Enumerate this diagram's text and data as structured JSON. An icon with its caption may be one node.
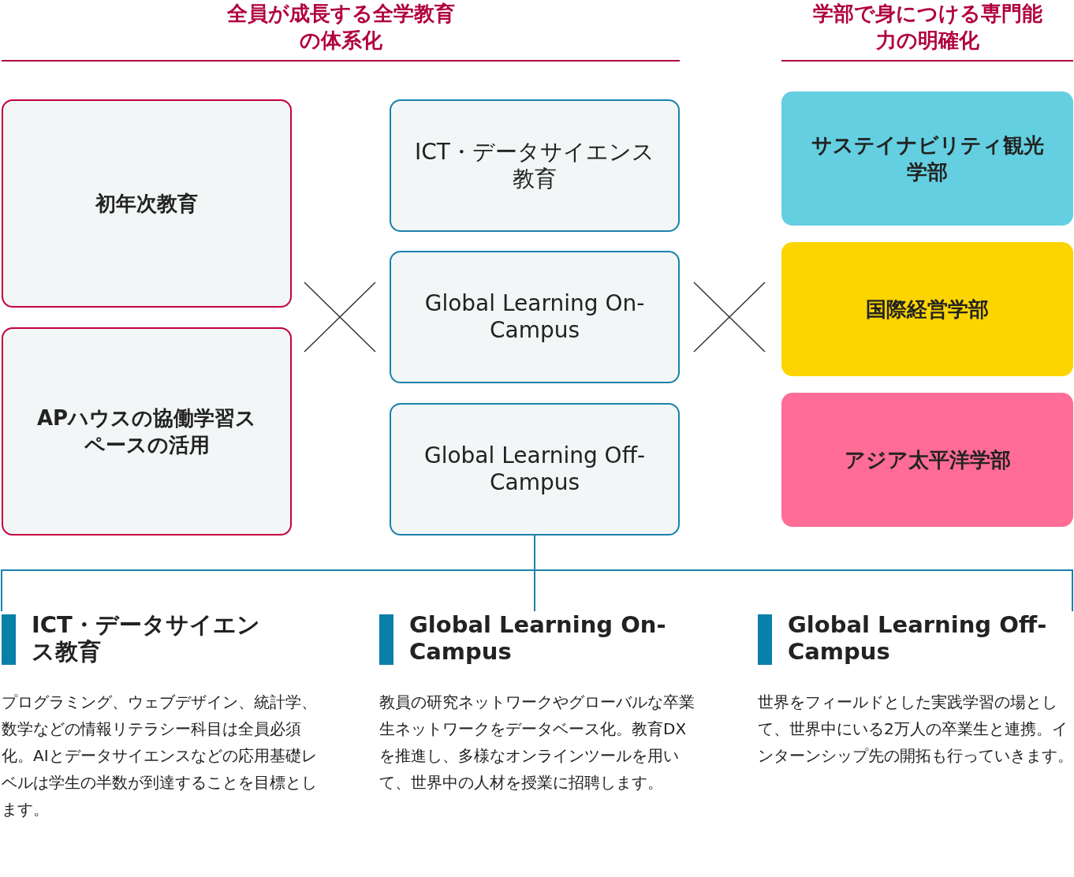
{
  "diagram": {
    "nodes": [
      {
        "text": [
          "初年次教育"
        ]
      },
      {
        "text": [
          "APハウスの協働学習スペースの活用"
        ]
      },
      {
        "text": [
          "ICT・データサイエンス教育"
        ]
      },
      {
        "text": [
          "Global Learning On-Campus"
        ]
      },
      {
        "text": [
          "Global Learning Off-Campus"
        ]
      },
      {
        "text": [
          "サステイナビリティ観光学部"
        ]
      },
      {
        "text": [
          "国際経営学部"
        ]
      },
      {
        "text": [
          "アジア太平洋学部"
        ]
      },
      {
        "text": [
          "ICT・データサイエンス教育",
          "プログラミング、ウェブデザイン、統計学、数学などの情報リテラシー科目は全員必須化。AIとデータサイエンスなどの応用基礎レベルは学生の半数が到達することを目標とします。"
        ]
      },
      {
        "text": [
          "Global Learning On-Campus",
          "教員の研究ネットワークやグローバルな卒業生ネットワークをデータベース化。教育DXを推進し、多様なオンラインツールを用いて、世界中の人材を授業に招聘します。"
        ]
      },
      {
        "text": [
          "Global Learning Off-Campus",
          "世界をフィールドとした実践学習の場として、世界中にいる2万人の卒業生と連携。インターンシップ先の開拓も行っていきます。"
        ]
      }
    ],
    "edges": [
      {
        "from": 4,
        "to": 8,
        "arrow": "none"
      },
      {
        "from": 4,
        "to": 9,
        "arrow": "none"
      },
      {
        "from": 4,
        "to": 10,
        "arrow": "none"
      }
    ],
    "labels": [
      "全員が成長する全学教育の体系化",
      "学部で身につける専門能力の明確化"
    ]
  }
}
